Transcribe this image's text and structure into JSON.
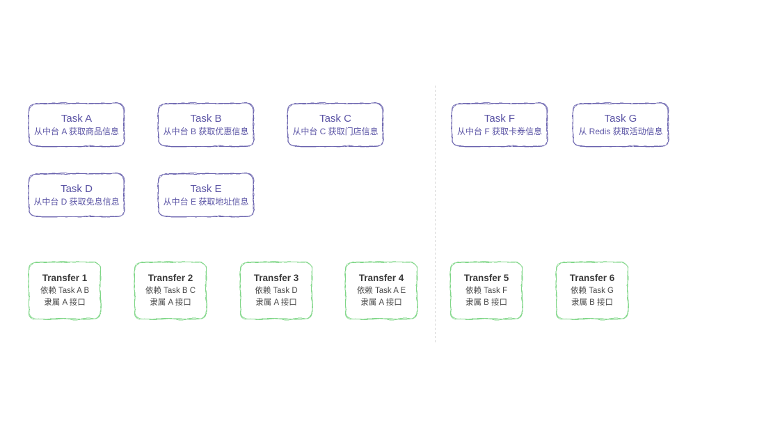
{
  "diagram": {
    "tasks": [
      {
        "title": "Task A",
        "subtitle": "从中台 A 获取商品信息"
      },
      {
        "title": "Task B",
        "subtitle": "从中台 B 获取优惠信息"
      },
      {
        "title": "Task C",
        "subtitle": "从中台 C 获取门店信息"
      },
      {
        "title": "Task D",
        "subtitle": "从中台 D 获取免息信息"
      },
      {
        "title": "Task E",
        "subtitle": "从中台 E 获取地址信息"
      },
      {
        "title": "Task F",
        "subtitle": "从中台 F 获取卡券信息"
      },
      {
        "title": "Task G",
        "subtitle": "从 Redis 获取活动信息"
      }
    ],
    "transfers": [
      {
        "title": "Transfer 1",
        "depends": "依赖 Task A B",
        "belongs": "隶属 A 接口"
      },
      {
        "title": "Transfer 2",
        "depends": "依赖 Task B C",
        "belongs": "隶属 A 接口"
      },
      {
        "title": "Transfer 3",
        "depends": "依赖 Task D",
        "belongs": "隶属 A 接口"
      },
      {
        "title": "Transfer 4",
        "depends": "依赖 Task A E",
        "belongs": "隶属 A 接口"
      },
      {
        "title": "Transfer 5",
        "depends": "依赖 Task F",
        "belongs": "隶属 B 接口"
      },
      {
        "title": "Transfer 6",
        "depends": "依赖 Task G",
        "belongs": "隶属 B 接口"
      }
    ],
    "colors": {
      "task_stroke": "#6a63ae",
      "task_text": "#5b54a5",
      "transfer_stroke": "#7fd687",
      "transfer_title_text": "#3a3a3a",
      "transfer_body_text": "#4a4a4a",
      "divider": "#d8d8d8",
      "background": "#ffffff"
    }
  }
}
